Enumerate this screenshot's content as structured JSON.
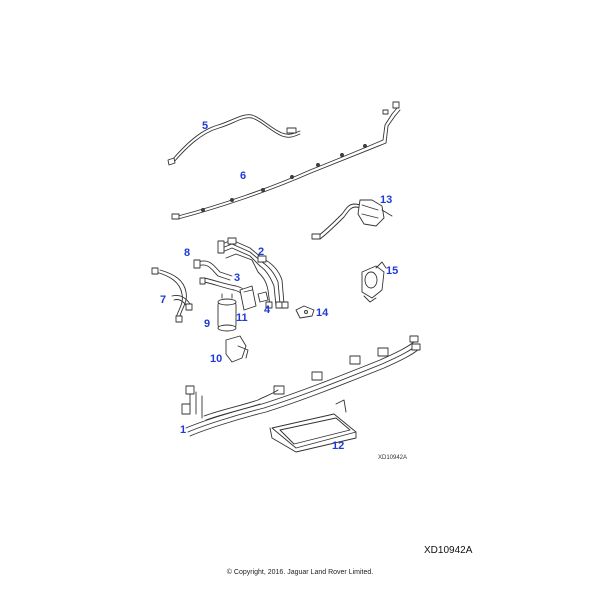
{
  "callouts": {
    "p1": "1",
    "p2": "2",
    "p3": "3",
    "p4": "4",
    "p5": "5",
    "p6": "6",
    "p7": "7",
    "p8": "8",
    "p9": "9",
    "p10": "10",
    "p11": "11",
    "p12": "12",
    "p13": "13",
    "p14": "14",
    "p15": "15"
  },
  "drawing_ref_small": "XD10942A",
  "drawing_ref_large": "XD10942A",
  "copyright": "© Copyright, 2016. Jaguar Land Rover Limited.",
  "colors": {
    "callout": "#1f3bd6",
    "line": "#333333"
  }
}
